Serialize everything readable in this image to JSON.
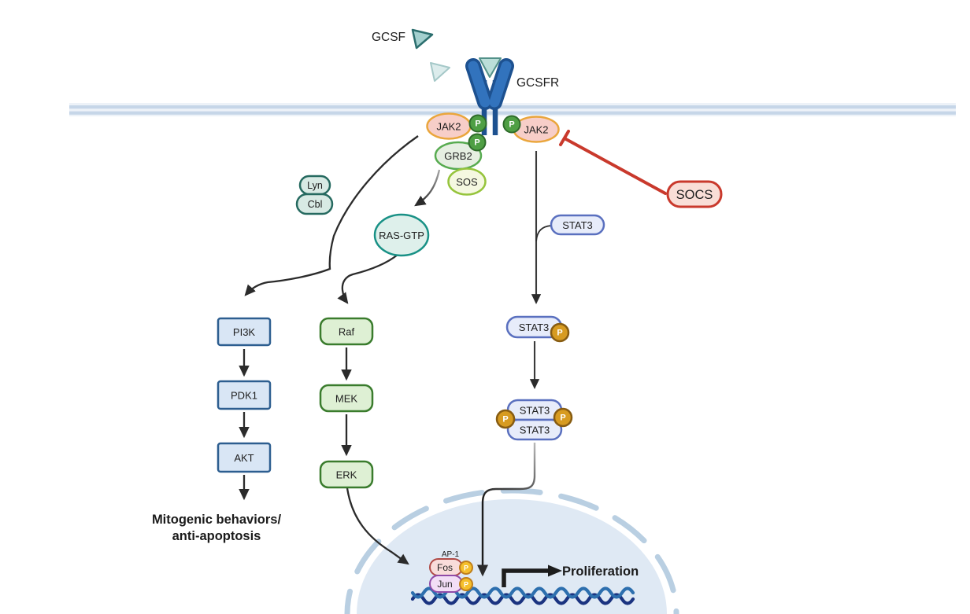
{
  "diagram": {
    "labels": {
      "gcsf": "GCSF",
      "gcsfr": "GCSFR",
      "jak2": "JAK2",
      "p": "P",
      "grb2": "GRB2",
      "sos": "SOS",
      "lyn": "Lyn",
      "cbl": "Cbl",
      "ras_gtp": "RAS-GTP",
      "socs": "SOCS",
      "stat3": "STAT3",
      "pi3k": "PI3K",
      "pdk1": "PDK1",
      "akt": "AKT",
      "raf": "Raf",
      "mek": "MEK",
      "erk": "ERK",
      "mitogenic_line1": "Mitogenic behaviors/",
      "mitogenic_line2": "anti-apoptosis",
      "ap1": "AP-1",
      "fos": "Fos",
      "jun": "Jun",
      "proliferation": "Proliferation"
    },
    "colors": {
      "receptor_blue": "#3273bd",
      "receptor_border": "#1d5190",
      "ligand_teal_fill": "#a3d0cf",
      "ligand_teal_border": "#2b6e6e",
      "jak2_fill": "#f7cec8",
      "jak2_border": "#eaa63c",
      "phospho_green_fill": "#4f9f44",
      "phospho_green_border": "#2e6b2a",
      "phospho_gold_fill": "#d79b21",
      "phospho_gold_border": "#875c12",
      "phospho_yellow_fill": "#f5bf2b",
      "phospho_yellow_border": "#bf7f1c",
      "grb2_fill": "#e6efe2",
      "grb2_border": "#57ab50",
      "sos_fill": "#f5f8e1",
      "sos_border": "#96c43c",
      "lyn_cbl_fill": "#d8eae4",
      "lyn_cbl_border": "#266a60",
      "ras_fill": "#def0eb",
      "ras_border": "#199186",
      "socs_fill": "#f9ded7",
      "socs_red": "#c9392c",
      "stat3_fill": "#e7ecfa",
      "stat3_border": "#5a70bf",
      "pi3k_fill": "#d9e6f5",
      "pi3k_border": "#2d5e90",
      "mapk_fill": "#def0d4",
      "mapk_border": "#3a7c2d",
      "fos_fill": "#f9dcda",
      "fos_border": "#b04a46",
      "jun_fill": "#f2def6",
      "jun_border": "#8f4aa8",
      "nucleus_fill": "#dfe9f4",
      "nuclear_envelope": "#b9cfe2",
      "membrane_stripe": "#c6d6e8",
      "dna_dark": "#1a3380",
      "dna_light": "#2d6fae",
      "arrow": "#2b2b2b"
    }
  }
}
